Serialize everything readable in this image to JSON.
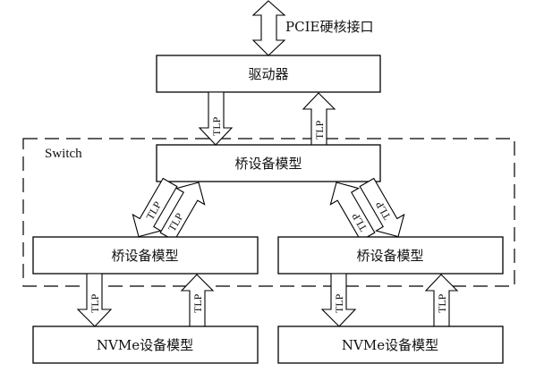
{
  "diagram": {
    "interface_label": "PCIE硬核接口",
    "switch_label": "Switch",
    "arrow_label": "TLP",
    "nodes": {
      "driver": "驱动器",
      "bridge_top": "桥设备模型",
      "bridge_left": "桥设备模型",
      "bridge_right": "桥设备模型",
      "nvme_left": "NVMe设备模型",
      "nvme_right": "NVMe设备模型"
    },
    "edges": [
      {
        "from": "pcie",
        "to": "driver",
        "label": "",
        "direction": "bidirectional"
      },
      {
        "from": "driver",
        "to": "bridge_top",
        "label": "TLP",
        "direction": "down"
      },
      {
        "from": "bridge_top",
        "to": "driver",
        "label": "TLP",
        "direction": "up"
      },
      {
        "from": "bridge_top",
        "to": "bridge_left",
        "label": "TLP",
        "direction": "down"
      },
      {
        "from": "bridge_left",
        "to": "bridge_top",
        "label": "TLP",
        "direction": "up"
      },
      {
        "from": "bridge_right",
        "to": "bridge_top",
        "label": "TLP",
        "direction": "up"
      },
      {
        "from": "bridge_top",
        "to": "bridge_right",
        "label": "TLP",
        "direction": "down"
      },
      {
        "from": "bridge_left",
        "to": "nvme_left",
        "label": "TLP",
        "direction": "down"
      },
      {
        "from": "nvme_left",
        "to": "bridge_left",
        "label": "TLP",
        "direction": "up"
      },
      {
        "from": "bridge_right",
        "to": "nvme_right",
        "label": "TLP",
        "direction": "down"
      },
      {
        "from": "nvme_right",
        "to": "bridge_right",
        "label": "TLP",
        "direction": "up"
      }
    ]
  }
}
